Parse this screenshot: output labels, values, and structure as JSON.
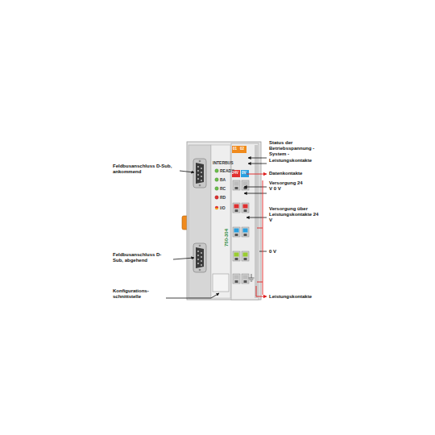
{
  "diagram": {
    "labels": [
      "Feldbusanschluss D-Sub, ankommend",
      "Feldbusanschluss D-Sub, abgehend",
      "Konfigurations- schnittstelle",
      "INTERBUS",
      "READY",
      "BA",
      "RC",
      "RD",
      "I/O",
      "750-304",
      "01",
      "02",
      "24V",
      "0V",
      "Status der Betriebsspannung -System -Leistungskontakte",
      "Datenkontakte",
      "Versorgung 24 V 0 V",
      "Versorgung über Leistungskontakte 24 V",
      "0 V",
      "Leistungskontakte"
    ]
  }
}
